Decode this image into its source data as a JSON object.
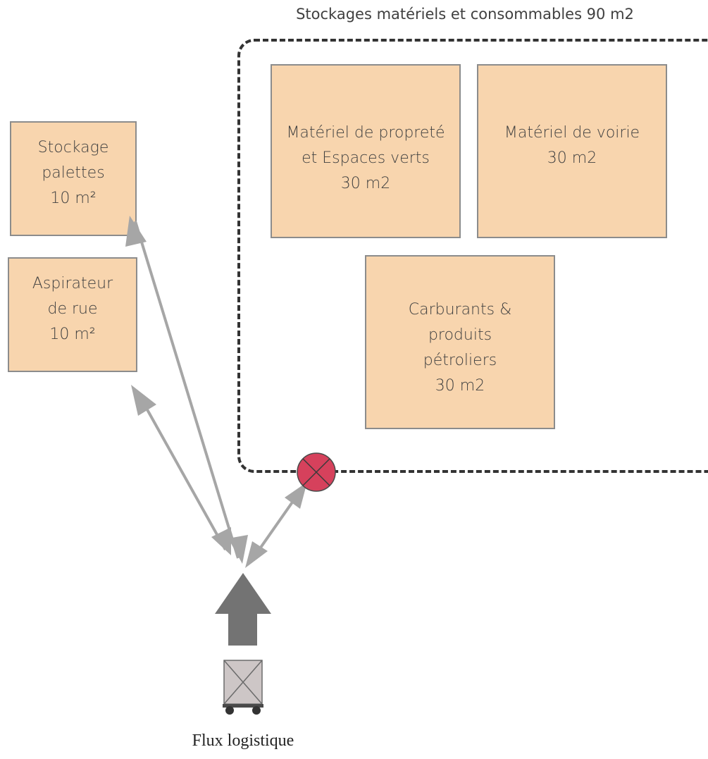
{
  "zone": {
    "title": "Stockages matériels et consommables 90 m2"
  },
  "boxes": {
    "stockage_palettes": [
      "Stockage",
      "palettes",
      "10 m²"
    ],
    "aspirateur": [
      "Aspirateur",
      "de rue",
      "10 m²"
    ],
    "proprete": [
      "Matériel de propreté",
      "et Espaces verts",
      "30 m2"
    ],
    "voirie": [
      "Matériel de voirie",
      "30 m2"
    ],
    "carburants": [
      "Carburants &",
      "produits",
      "pétroliers",
      "30 m2"
    ]
  },
  "caption": "Flux logistique",
  "colors": {
    "box_fill": "#f8d5ae",
    "box_border": "#8c8c8c",
    "arrow": "#a6a6a6",
    "main_arrow": "#737373",
    "access_marker": "#d6415c",
    "zone_border": "#333333"
  },
  "icons": {
    "access": "access-point-cross-icon",
    "cart": "pallet-cart-icon"
  }
}
